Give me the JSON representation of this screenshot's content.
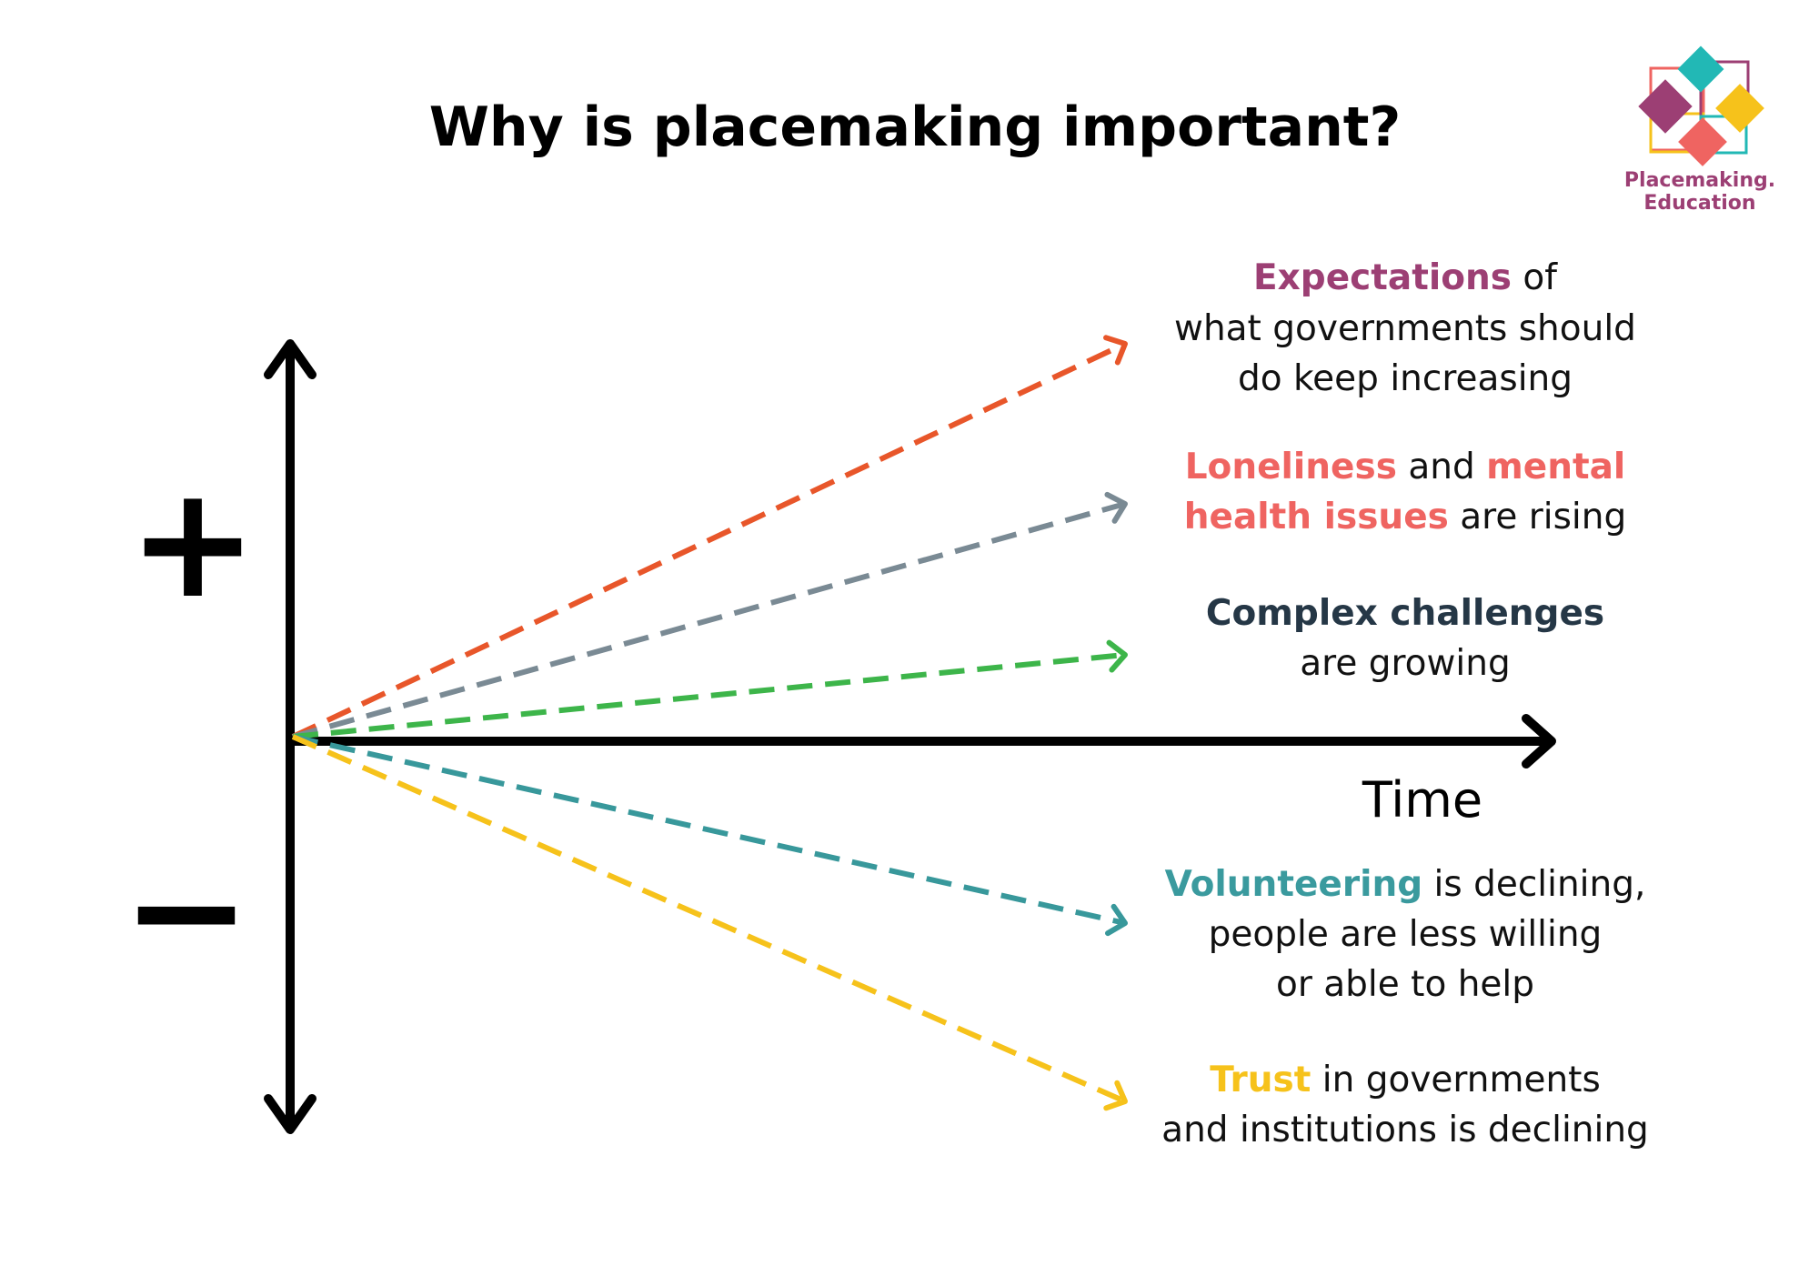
{
  "title": "Why is placemaking important?",
  "logo": {
    "line1": "Placemaking.",
    "line2": "Education"
  },
  "axis": {
    "plus": "+",
    "minus": "−",
    "x_label": "Time"
  },
  "trends": [
    {
      "direction": "up",
      "color": "#e8562a",
      "lines": [
        [
          {
            "t": "Expectations",
            "bold": true,
            "color": "#9c3f74"
          },
          {
            "t": " of"
          }
        ],
        [
          {
            "t": "what governments should"
          }
        ],
        [
          {
            "t": "do keep increasing"
          }
        ]
      ]
    },
    {
      "direction": "up",
      "color": "#7a8a94",
      "lines": [
        [
          {
            "t": "Loneliness",
            "bold": true,
            "color": "#ef6461"
          },
          {
            "t": " and "
          },
          {
            "t": "mental",
            "bold": true,
            "color": "#ef6461"
          }
        ],
        [
          {
            "t": "health issues",
            "bold": true,
            "color": "#ef6461"
          },
          {
            "t": " are rising"
          }
        ]
      ]
    },
    {
      "direction": "up",
      "color": "#3db54a",
      "lines": [
        [
          {
            "t": "Complex challenges",
            "bold": true,
            "color": "#253746"
          }
        ],
        [
          {
            "t": "are growing"
          }
        ]
      ]
    },
    {
      "direction": "down",
      "color": "#38989b",
      "lines": [
        [
          {
            "t": "Volunteering",
            "bold": true,
            "color": "#3a9a9e"
          },
          {
            "t": " is declining,"
          }
        ],
        [
          {
            "t": "people are less willing"
          }
        ],
        [
          {
            "t": "or able to help"
          }
        ]
      ]
    },
    {
      "direction": "down",
      "color": "#f6c21b",
      "lines": [
        [
          {
            "t": "Trust",
            "bold": true,
            "color": "#f6c21b"
          },
          {
            "t": " in governments"
          }
        ],
        [
          {
            "t": "and institutions is declining"
          }
        ]
      ]
    }
  ]
}
